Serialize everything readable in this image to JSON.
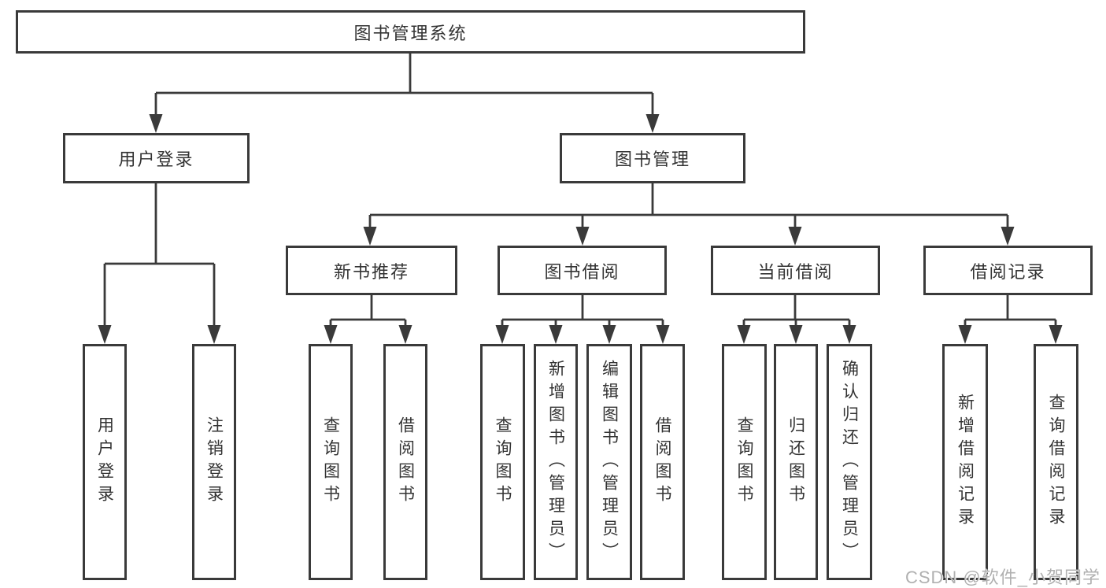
{
  "tree": {
    "label": "图书管理系统",
    "children": [
      {
        "label": "用户登录",
        "children": [
          {
            "label": "用户登录"
          },
          {
            "label": "注销登录"
          }
        ]
      },
      {
        "label": "图书管理",
        "children": [
          {
            "label": "新书推荐",
            "children": [
              {
                "label": "查询图书"
              },
              {
                "label": "借阅图书"
              }
            ]
          },
          {
            "label": "图书借阅",
            "children": [
              {
                "label": "查询图书"
              },
              {
                "label": "新增图书（管理员）"
              },
              {
                "label": "编辑图书（管理员）"
              },
              {
                "label": "借阅图书"
              }
            ]
          },
          {
            "label": "当前借阅",
            "children": [
              {
                "label": "查询图书"
              },
              {
                "label": "归还图书"
              },
              {
                "label": "确认归还（管理员）"
              }
            ]
          },
          {
            "label": "借阅记录",
            "children": [
              {
                "label": "新增借阅记录"
              },
              {
                "label": "查询借阅记录"
              }
            ]
          }
        ]
      }
    ]
  },
  "watermark": "CSDN @软件_小贺同学",
  "colors": {
    "line": "#3a3a3a",
    "text": "#333333",
    "watermark": "#b0b0b0",
    "background": "#ffffff"
  }
}
